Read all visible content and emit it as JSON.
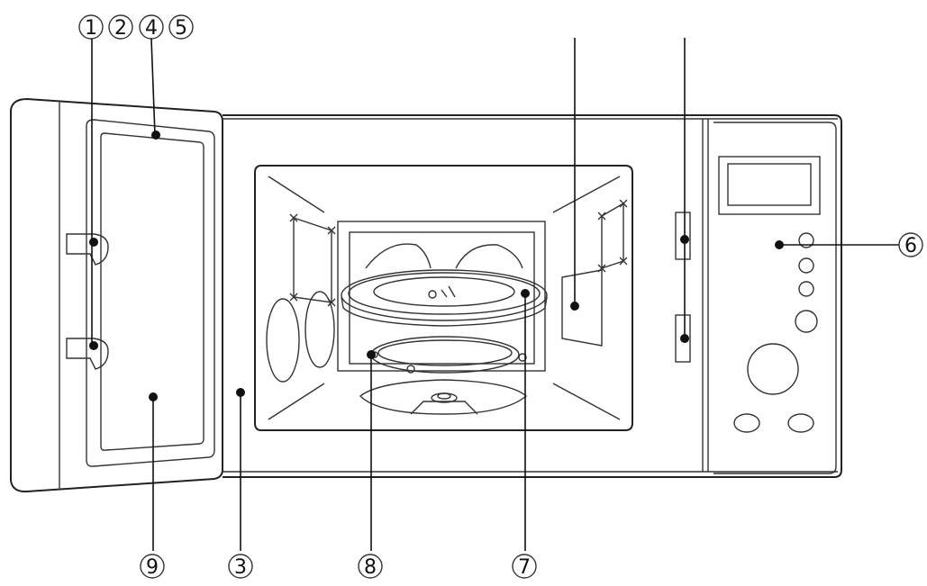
{
  "callouts": {
    "top_group": [
      "1",
      "2",
      "4",
      "5"
    ],
    "right": "6",
    "bottom": [
      "9",
      "3",
      "8",
      "7"
    ]
  }
}
